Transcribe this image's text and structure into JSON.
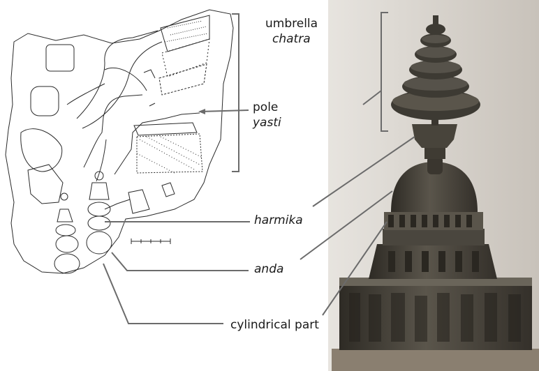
{
  "labels": {
    "umbrella": "umbrella",
    "chatra": "chatra",
    "pole": "pole",
    "yasti": "yasti",
    "harmika": "harmika",
    "anda": "anda",
    "cylindrical_part": "cylindrical part"
  },
  "colors": {
    "leader_line": "#6b6b6b",
    "sketch_stroke": "#2a2a2a",
    "photo_background": "#d4cfc8",
    "stupa_dark": "#3d3a33",
    "stupa_mid": "#56524a"
  }
}
